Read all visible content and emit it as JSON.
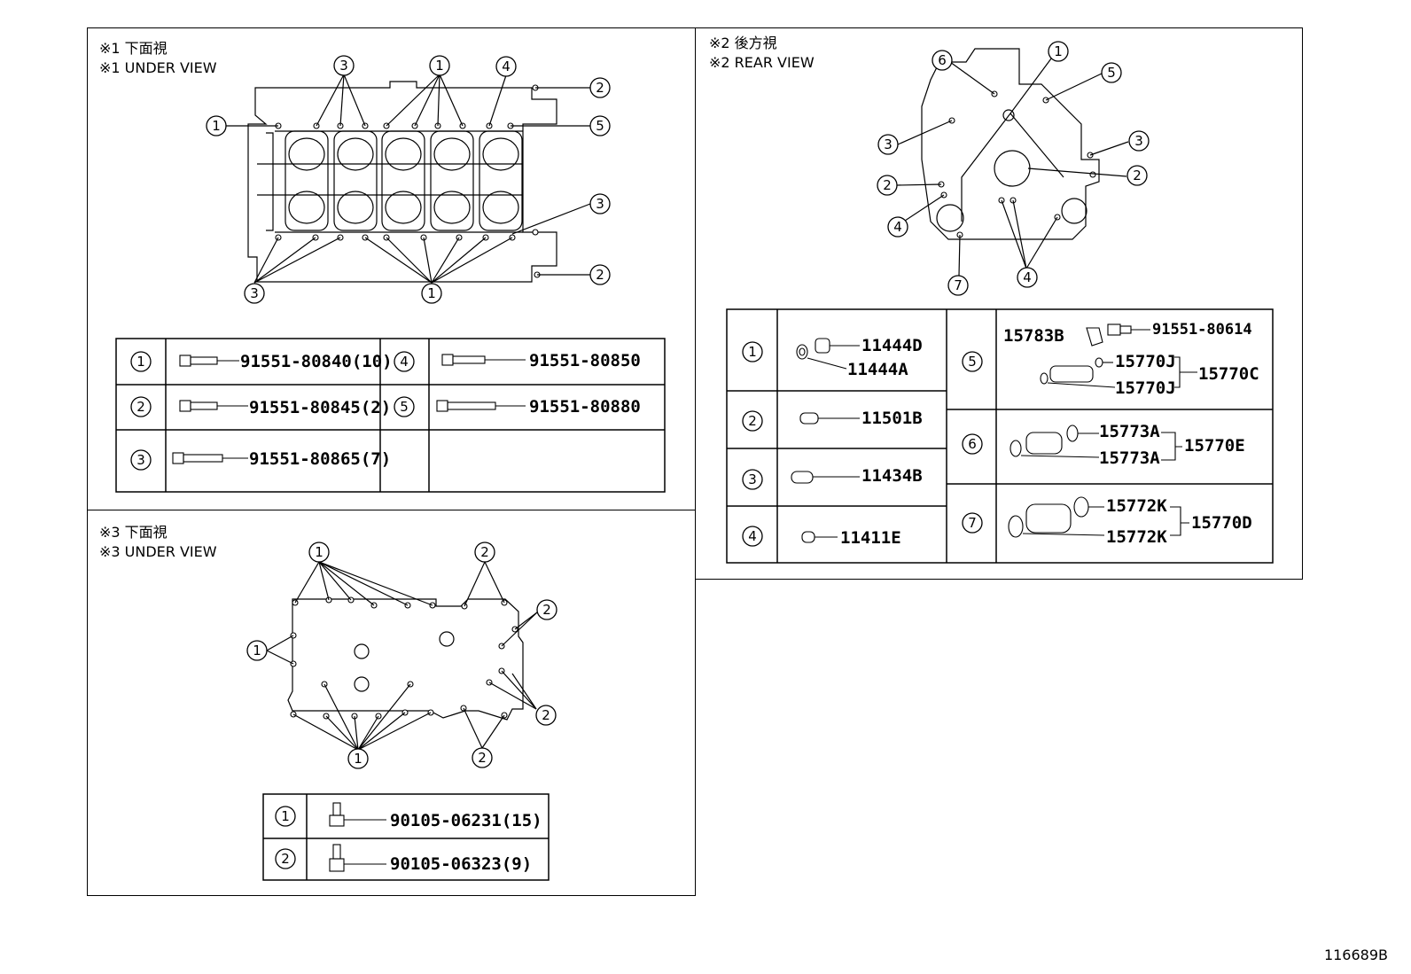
{
  "views": {
    "under1": {
      "line1": "※1 下面視",
      "line2": "※1 UNDER VIEW"
    },
    "rear2": {
      "line1": "※2 後方視",
      "line2": "※2 REAR VIEW"
    },
    "under3": {
      "line1": "※3 下面視",
      "line2": "※3 UNDER VIEW"
    }
  },
  "table1": [
    {
      "num": "1",
      "part": "91551-80840(10)"
    },
    {
      "num": "2",
      "part": "91551-80845(2)"
    },
    {
      "num": "3",
      "part": "91551-80865(7)"
    },
    {
      "num": "4",
      "part": "91551-80850"
    },
    {
      "num": "5",
      "part": "91551-80880"
    }
  ],
  "table2": {
    "r1": {
      "num": "1",
      "a": "11444D",
      "b": "11444A"
    },
    "r2": {
      "num": "2",
      "a": "11501B"
    },
    "r3": {
      "num": "3",
      "a": "11434B"
    },
    "r4": {
      "num": "4",
      "a": "11411E"
    },
    "r5": {
      "num": "5",
      "a": "15783B",
      "b": "91551-80614",
      "c": "15770J",
      "d": "15770J",
      "e": "15770C"
    },
    "r6": {
      "num": "6",
      "a": "15773A",
      "b": "15773A",
      "c": "15770E"
    },
    "r7": {
      "num": "7",
      "a": "15772K",
      "b": "15772K",
      "c": "15770D"
    }
  },
  "table3": [
    {
      "num": "1",
      "part": "90105-06231(15)"
    },
    {
      "num": "2",
      "part": "90105-06323(9)"
    }
  ],
  "callouts": {
    "n1": "1",
    "n2": "2",
    "n3": "3",
    "n4": "4",
    "n5": "5",
    "n6": "6",
    "n7": "7"
  },
  "footer_code": "116689B"
}
